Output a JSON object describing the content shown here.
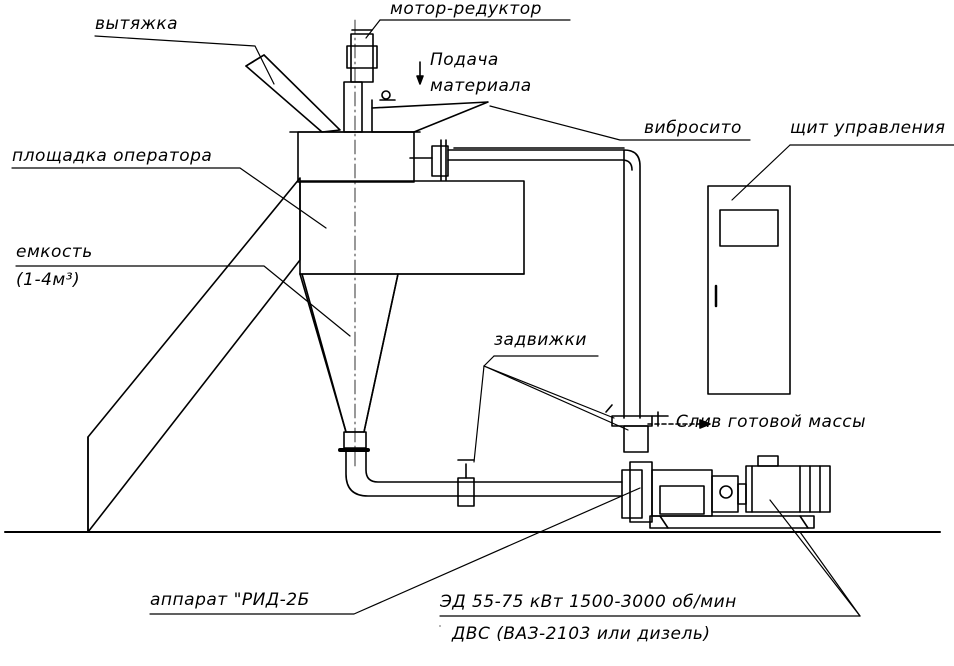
{
  "labels": {
    "vytyazhka": "вытяжка",
    "motor_reduktor": "мотор-редуктор",
    "podacha_line1": "Подача",
    "podacha_line2": "материала",
    "ploshchadka": "площадка оператора",
    "vibrosito": "вибросито",
    "shchit": "щит управления",
    "emkost_line1": "емкость",
    "emkost_line2": "(1-4м³)",
    "zadvizhki": "задвижки",
    "sliv": "Слив готовой массы",
    "apparat": "аппарат \"РИД-2Б",
    "ed": "ЭД 55-75 кВт 1500-3000 об/мин",
    "dvs": "ДВС (ВАЗ-2103 или дизель)"
  }
}
